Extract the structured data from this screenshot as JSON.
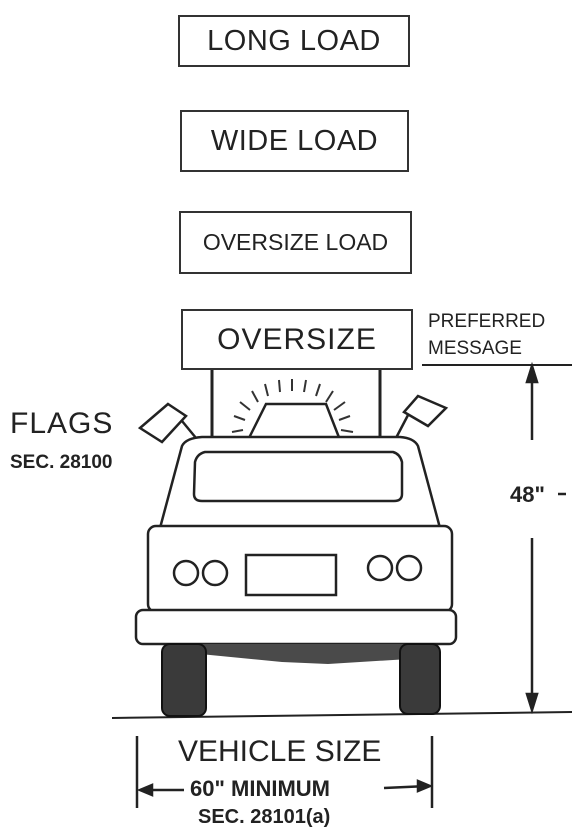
{
  "signs": {
    "long_load": "LONG LOAD",
    "wide_load": "WIDE LOAD",
    "oversize_load": "OVERSIZE LOAD",
    "oversize": "OVERSIZE"
  },
  "preferred": {
    "line1": "PREFERRED",
    "line2": "MESSAGE"
  },
  "flags": {
    "title": "FLAGS",
    "section": "SEC. 28100"
  },
  "height_label": "48\"",
  "vehicle": {
    "title": "VEHICLE SIZE",
    "minimum": "60\" MINIMUM",
    "section": "SEC. 28101(a)"
  }
}
